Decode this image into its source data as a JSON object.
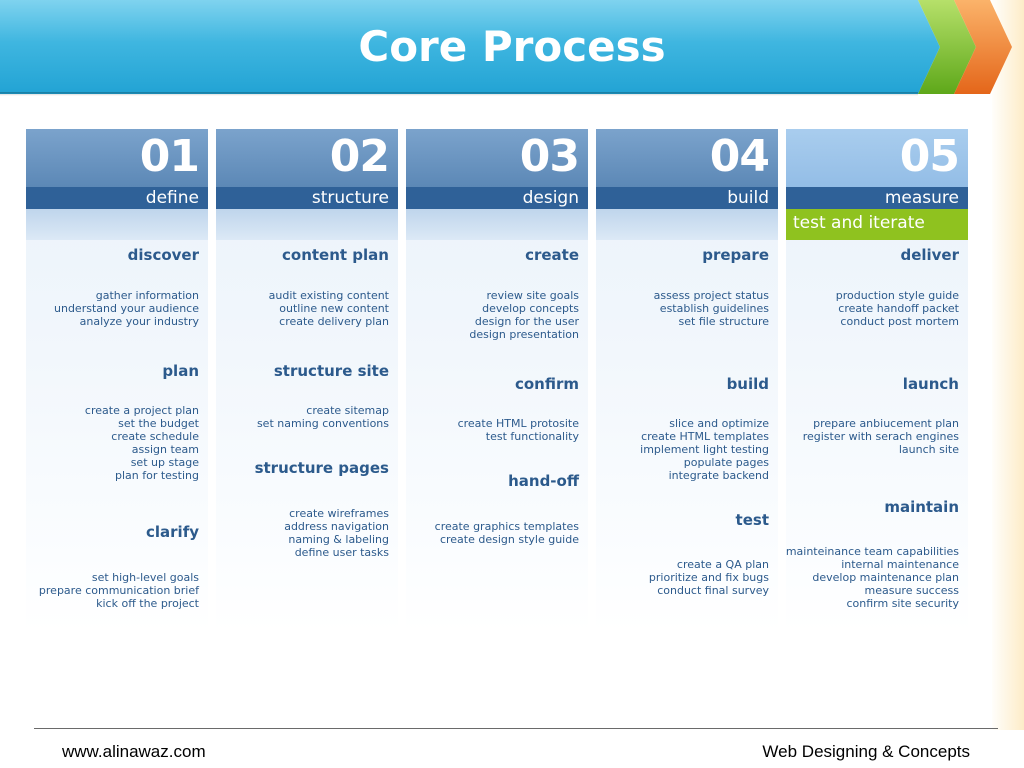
{
  "title": "Core Process",
  "footer": {
    "left": "www.alinawaz.com",
    "right": "Web Designing & Concepts"
  },
  "colors": {
    "banner": "#3fb6e0",
    "column_band": "#2f6198",
    "accent_green": "#8fc21f",
    "chevron_orange": "#f07c23",
    "text_blue": "#2c5a8c"
  },
  "columns": [
    {
      "number": "01",
      "label": "define",
      "sections": [
        {
          "heading": "discover",
          "items": [
            "gather information",
            "understand your audience",
            "analyze your industry"
          ]
        },
        {
          "heading": "plan",
          "items": [
            "create a project plan",
            "set the budget",
            "create schedule",
            "assign team",
            "set up stage",
            "plan for testing"
          ]
        },
        {
          "heading": "clarify",
          "items": [
            "set high-level goals",
            "prepare communication brief",
            "kick off the project"
          ]
        }
      ]
    },
    {
      "number": "02",
      "label": "structure",
      "sections": [
        {
          "heading": "content plan",
          "items": [
            "audit existing content",
            "outline new content",
            "create delivery plan"
          ]
        },
        {
          "heading": "structure site",
          "items": [
            "create sitemap",
            "set naming conventions"
          ]
        },
        {
          "heading": "structure pages",
          "items": [
            "create wireframes",
            "address navigation",
            "naming & labeling",
            "define user tasks"
          ]
        }
      ]
    },
    {
      "number": "03",
      "label": "design",
      "sections": [
        {
          "heading": "create",
          "items": [
            "review site goals",
            "develop concepts",
            "design for the user",
            "design presentation"
          ]
        },
        {
          "heading": "confirm",
          "items": [
            "create HTML protosite",
            "test functionality"
          ]
        },
        {
          "heading": "hand-off",
          "items": [
            "create graphics templates",
            "create design style guide"
          ]
        }
      ]
    },
    {
      "number": "04",
      "label": "build",
      "sections": [
        {
          "heading": "prepare",
          "items": [
            "assess project status",
            "establish guidelines",
            "set file structure"
          ]
        },
        {
          "heading": "build",
          "items": [
            "slice and optimize",
            "create HTML templates",
            "implement light testing",
            "populate pages",
            "integrate backend"
          ]
        },
        {
          "heading": "test",
          "items": [
            "create a QA plan",
            "prioritize and fix bugs",
            "conduct final survey"
          ]
        }
      ]
    },
    {
      "number": "05",
      "label": "measure",
      "sublabel": "test and iterate",
      "sections": [
        {
          "heading": "deliver",
          "items": [
            "production style guide",
            "create handoff packet",
            "conduct post mortem"
          ]
        },
        {
          "heading": "launch",
          "items": [
            "prepare anbiucement plan",
            "register with serach engines",
            "launch site"
          ]
        },
        {
          "heading": "maintain",
          "items": [
            "mainteinance team capabilities",
            "internal maintenance",
            "develop maintenance plan",
            "measure success",
            "confirm site security"
          ]
        }
      ]
    }
  ]
}
